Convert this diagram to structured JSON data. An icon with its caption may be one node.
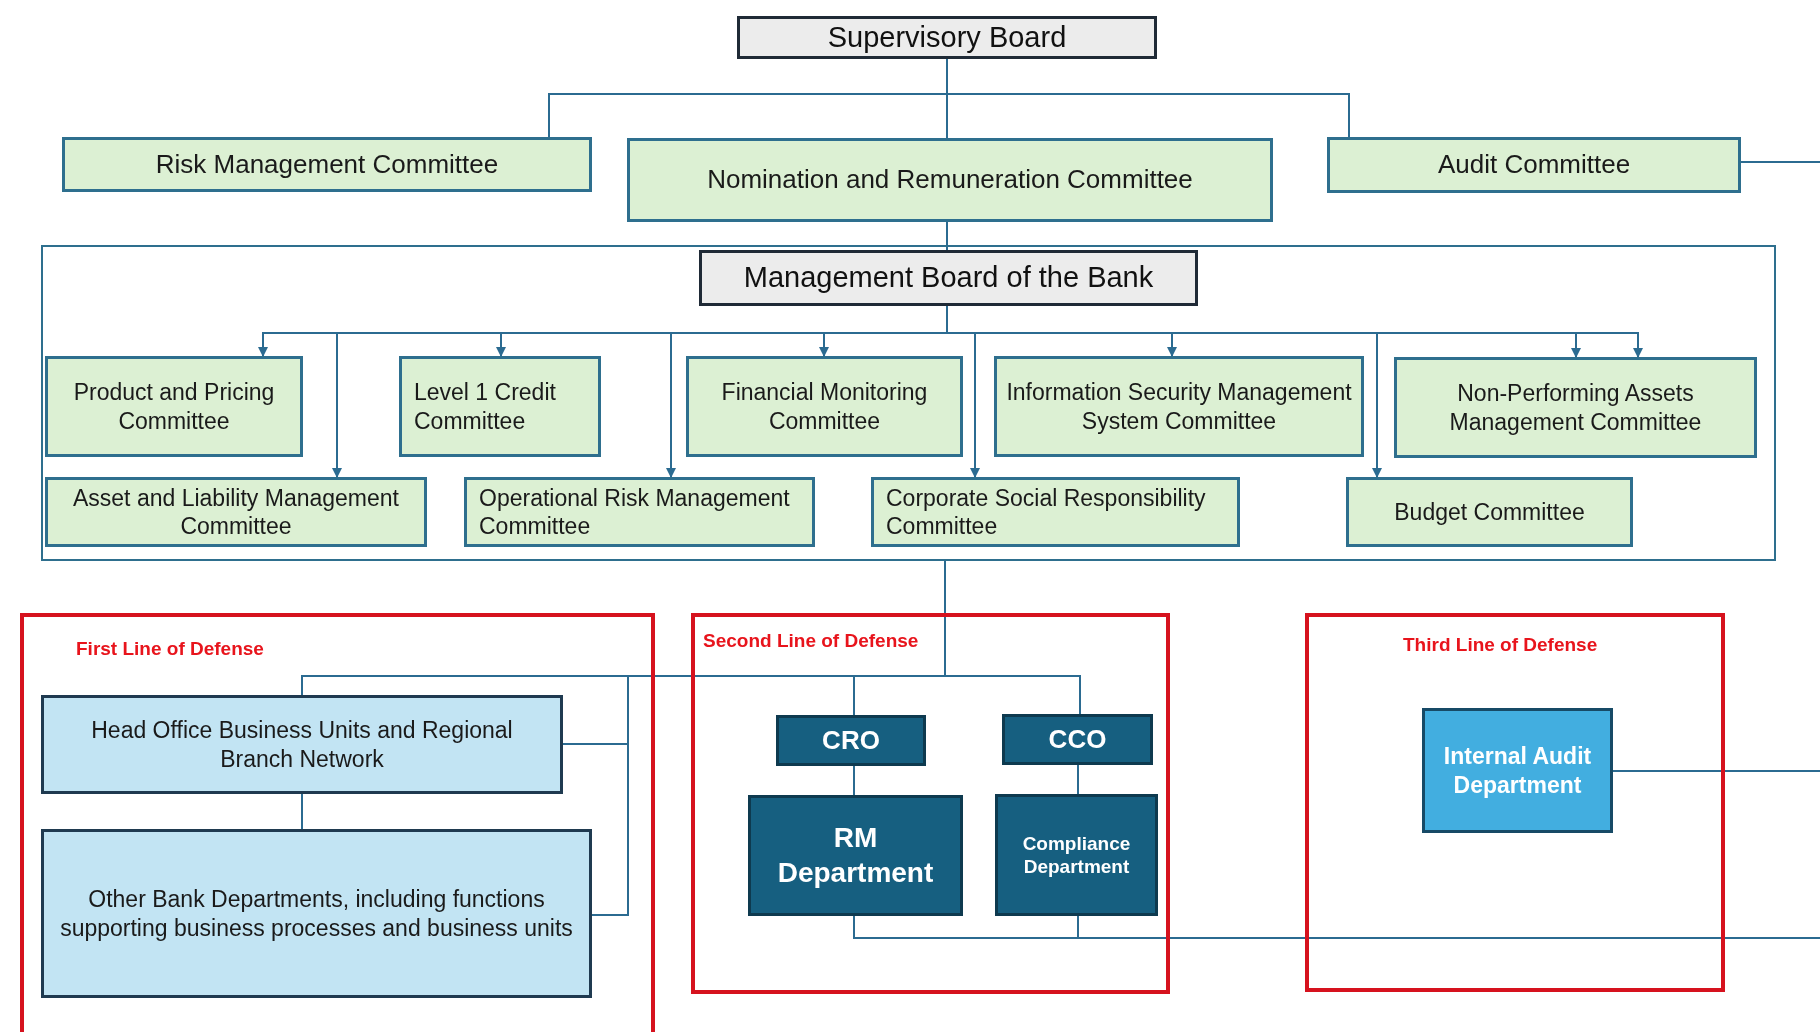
{
  "diagram": {
    "nodes": [
      {
        "text": [
          "Supervisory Board"
        ]
      },
      {
        "text": [
          "Risk Management Committee"
        ]
      },
      {
        "text": [
          "Nomination and Remuneration Committee"
        ]
      },
      {
        "text": [
          "Audit Committee"
        ]
      },
      {
        "text": [],
        "shape": "box"
      },
      {
        "text": [
          "Management Board of the Bank"
        ],
        "in": 4
      },
      {
        "text": [
          "Product and Pricing Committee"
        ],
        "in": 4
      },
      {
        "text": [
          "Level 1 Credit Committee"
        ],
        "in": 4
      },
      {
        "text": [
          "Financial Monitoring Committee"
        ],
        "in": 4
      },
      {
        "text": [
          "Information Security Management System Committee"
        ],
        "in": 4
      },
      {
        "text": [
          "Non-Performing Assets Management Committee"
        ],
        "in": 4
      },
      {
        "text": [
          "Asset and Liability Management Committee"
        ],
        "in": 4
      },
      {
        "text": [
          "Operational Risk Management Committee"
        ],
        "in": 4
      },
      {
        "text": [
          "Corporate Social Responsibility Committee"
        ],
        "in": 4
      },
      {
        "text": [
          "Budget Committee"
        ],
        "in": 4
      },
      {
        "text": [
          "First Line of Defense"
        ]
      },
      {
        "text": [
          "Head Office Business Units and Regional Branch Network"
        ],
        "in": 15
      },
      {
        "text": [
          "Other Bank Departments, including functions supporting business processes and business units"
        ],
        "in": 15
      },
      {
        "text": [
          "Second Line of Defense"
        ]
      },
      {
        "text": [
          "CRO"
        ],
        "in": 18
      },
      {
        "text": [
          "CCO"
        ],
        "in": 18
      },
      {
        "text": [
          "RM Department"
        ],
        "in": 18
      },
      {
        "text": [
          "Compliance Department"
        ],
        "in": 18
      },
      {
        "text": [
          "Third Line of Defense"
        ]
      },
      {
        "text": [
          "Internal Audit Department"
        ],
        "in": 23
      }
    ],
    "edges": [
      {
        "from": 0,
        "to": 1,
        "arrow": "none"
      },
      {
        "from": 0,
        "to": 2,
        "arrow": "none"
      },
      {
        "from": 0,
        "to": 3,
        "arrow": "none"
      },
      {
        "from": 2,
        "to": 5,
        "arrow": "none"
      },
      {
        "from": 5,
        "to": 6,
        "arrow": "to"
      },
      {
        "from": 5,
        "to": 7,
        "arrow": "to"
      },
      {
        "from": 5,
        "to": 8,
        "arrow": "to"
      },
      {
        "from": 5,
        "to": 9,
        "arrow": "to"
      },
      {
        "from": 5,
        "to": 10,
        "arrow": "to"
      },
      {
        "from": 5,
        "to": 10,
        "arrow": "to"
      },
      {
        "from": 5,
        "to": 11,
        "arrow": "to"
      },
      {
        "from": 5,
        "to": 12,
        "arrow": "to"
      },
      {
        "from": 5,
        "to": 13,
        "arrow": "to"
      },
      {
        "from": 5,
        "to": 14,
        "arrow": "to"
      },
      {
        "from": 4,
        "to": 16,
        "arrow": "none"
      },
      {
        "from": 4,
        "to": 16,
        "arrow": "none"
      },
      {
        "from": 4,
        "to": 17,
        "arrow": "none"
      },
      {
        "from": 16,
        "to": 17,
        "arrow": "none"
      },
      {
        "from": 4,
        "to": 19,
        "arrow": "none"
      },
      {
        "from": 4,
        "to": 20,
        "arrow": "none"
      },
      {
        "from": 19,
        "to": 21,
        "arrow": "none"
      },
      {
        "from": 20,
        "to": 22,
        "arrow": "none"
      },
      {
        "from": 21,
        "to": null,
        "arrow": "none"
      },
      {
        "from": 22,
        "to": null,
        "arrow": "none"
      },
      {
        "from": 24,
        "to": null,
        "arrow": "none"
      },
      {
        "from": 3,
        "to": null,
        "arrow": "none"
      }
    ]
  }
}
